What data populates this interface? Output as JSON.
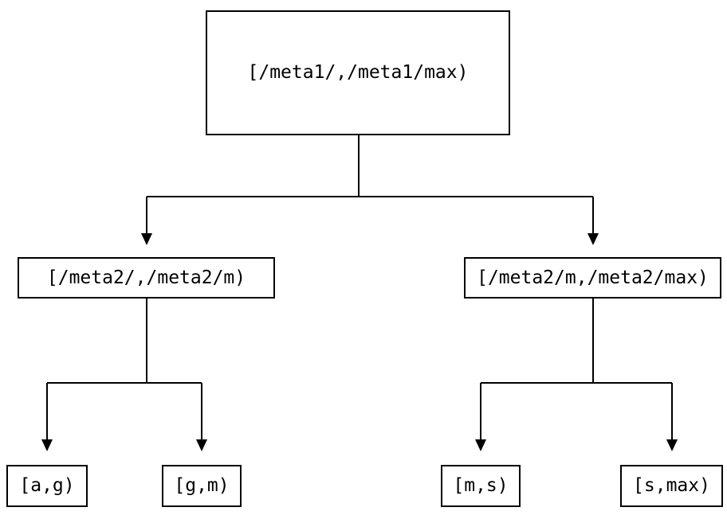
{
  "diagram": {
    "type": "tree",
    "root": {
      "label": "[/meta1/,/meta1/max)"
    },
    "children": [
      {
        "label": "[/meta2/,/meta2/m)",
        "children": [
          {
            "label": "[a,g)"
          },
          {
            "label": "[g,m)"
          }
        ]
      },
      {
        "label": "[/meta2/m,/meta2/max)",
        "children": [
          {
            "label": "[m,s)"
          },
          {
            "label": "[s,max)"
          }
        ]
      }
    ],
    "colors": {
      "line": "#000000",
      "node_border": "#000000",
      "node_fill": "#ffffff",
      "text": "#000000",
      "background": "#ffffff"
    }
  }
}
